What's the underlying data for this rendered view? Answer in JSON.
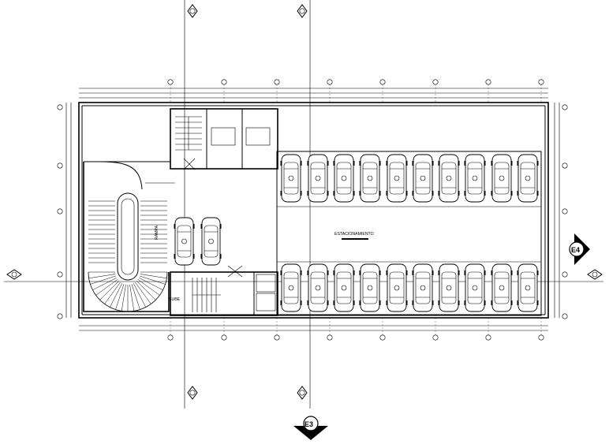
{
  "plan": {
    "room_label": "ESTACIONAMIENTO",
    "stair_label": "SUBE",
    "ramp_label": "RAMPA",
    "section_tags": {
      "east": "E4",
      "south": "E3"
    },
    "parking": {
      "top_row_cars": 10,
      "bottom_row_cars": 10,
      "ramp_side_cars": 2
    }
  }
}
